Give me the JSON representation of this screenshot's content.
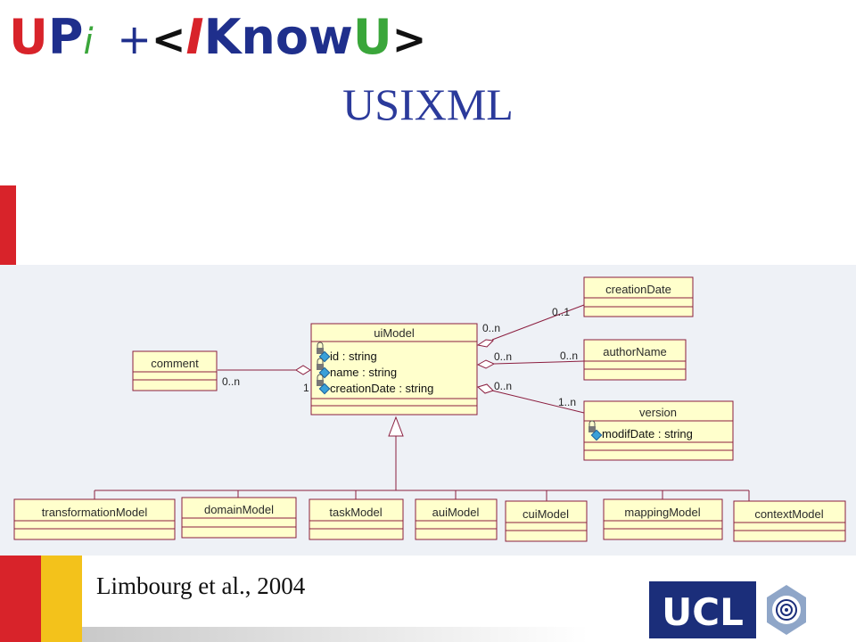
{
  "header": {
    "logo_upi": [
      "U",
      "P",
      "i"
    ],
    "logo_plus": "+",
    "logo_open": "<",
    "logo_iknowu": [
      "I",
      "Know",
      "U"
    ],
    "logo_close": ">"
  },
  "slide": {
    "title": "USIXML",
    "citation": "Limbourg et al., 2004"
  },
  "footer_logo": {
    "text": "UCL"
  },
  "diagram": {
    "classes": {
      "uiModel": {
        "name": "uiModel",
        "attrs": [
          "id : string",
          "name : string",
          "creationDate : string"
        ]
      },
      "comment": {
        "name": "comment"
      },
      "creationDate": {
        "name": "creationDate"
      },
      "authorName": {
        "name": "authorName"
      },
      "version": {
        "name": "version",
        "attrs": [
          "modifDate : string"
        ]
      },
      "transformationModel": {
        "name": "transformationModel"
      },
      "domainModel": {
        "name": "domainModel"
      },
      "taskModel": {
        "name": "taskModel"
      },
      "auiModel": {
        "name": "auiModel"
      },
      "cuiModel": {
        "name": "cuiModel"
      },
      "mappingModel": {
        "name": "mappingModel"
      },
      "contextModel": {
        "name": "contextModel"
      }
    },
    "multiplicities": {
      "comment_near": "0..n",
      "comment_ui": "1",
      "creation_ui": "0..n",
      "creation_far": "0..1",
      "author_ui": "0..n",
      "author_far": "0..n",
      "version_ui": "0..n",
      "version_far": "1..n"
    }
  },
  "colors": {
    "class_fill": "#ffffcc",
    "class_border": "#8b1e3f",
    "title_blue": "#2b3a9b",
    "accent_red": "#d8232a",
    "accent_yellow": "#f3c21b",
    "ucl_navy": "#1b2e7a"
  }
}
